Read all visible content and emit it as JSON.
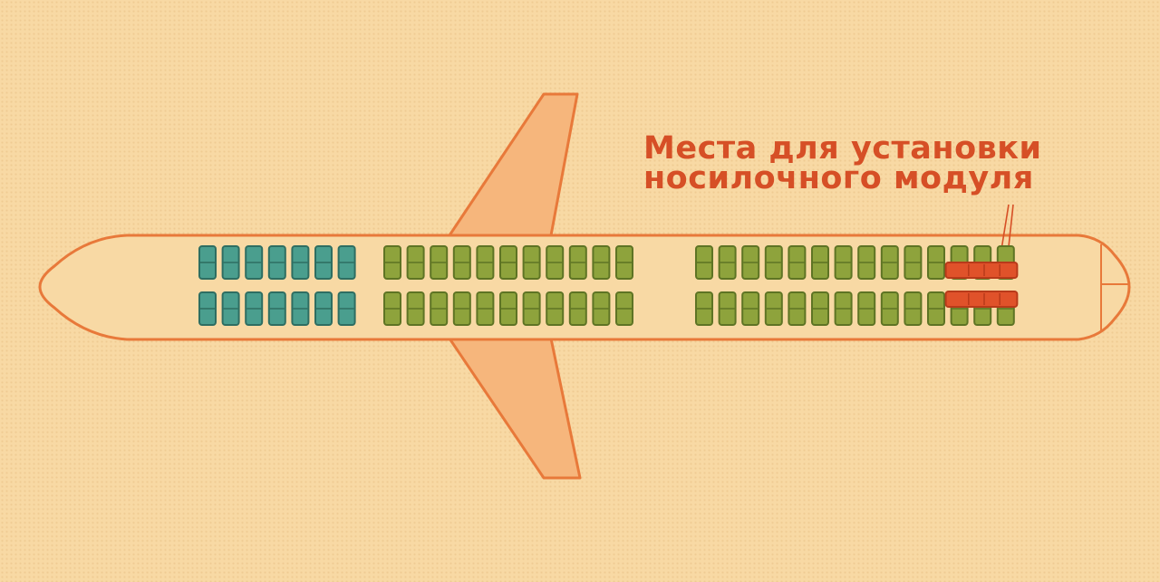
{
  "callout": {
    "line1": "Места для установки",
    "line2": "носилочного модуля"
  },
  "colors": {
    "background": "#f8d9a4",
    "outline": "#e8793a",
    "wing_fill": "#f6b67c",
    "fuselage_fill": "#f8d9a4",
    "business_seat": "#4a9e8e",
    "business_seat_border": "#2e6e62",
    "economy_seat": "#8ea33c",
    "economy_seat_border": "#5e7424",
    "stretcher_seat": "#e0522a",
    "stretcher_border": "#b83a1a",
    "callout_text": "#d64f26"
  },
  "seat_blocks": [
    {
      "class": "business",
      "seats_per_row": 7
    },
    {
      "class": "economy",
      "seats_per_row": 11
    },
    {
      "class": "economy",
      "seats_per_row": 14
    }
  ],
  "stretcher_module": {
    "seats_replaced_per_row": 3,
    "rows": 2
  }
}
